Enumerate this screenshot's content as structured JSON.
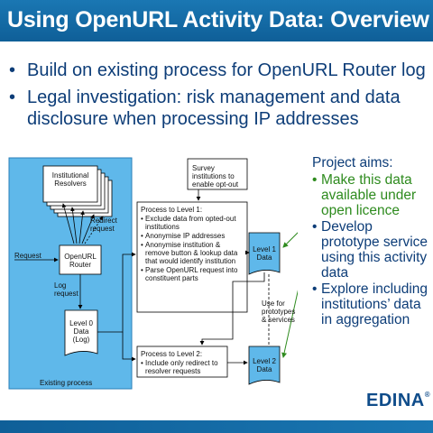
{
  "slide": {
    "title": "Using OpenURL Activity Data: Overview",
    "bullets": [
      "Build on existing process for OpenURL Router log",
      "Legal investigation: risk management and data disclosure when processing IP addresses"
    ]
  },
  "diagram": {
    "institutional_resolvers": "Institutional Resolvers",
    "survey": "Survey institutions to enable opt-out",
    "redirect_request": "Redirect request",
    "request": "Request",
    "openurl_router": "OpenURL Router",
    "log_request": "Log request",
    "level0": "Level 0 Data (Log)",
    "existing_process": "Existing process",
    "level1_title": "Process to Level 1:",
    "level1_items": [
      "Exclude data from opted-out institutions",
      "Anonymise IP addresses",
      "Anonymise institution & remove button & lookup data that would identify institution",
      "Parse OpenURL request into constituent parts"
    ],
    "level1_data": "Level 1 Data",
    "use_for": "Use for prototypes & services",
    "level2_title": "Process to Level 2:",
    "level2_items": [
      "Include only redirect to resolver requests"
    ],
    "level2_data": "Level 2 Data"
  },
  "aims": {
    "title": "Project aims:",
    "items": [
      "Make this data available under open licence",
      "Develop prototype service using this activity data",
      "Explore including institutions’ data in aggregation"
    ]
  },
  "logo": {
    "text": "EDINA",
    "reg": "®"
  },
  "colors": {
    "title_bar": "#1a77b3",
    "bullet_text": "#0d3d78",
    "diagram_bg": "#5fb8ea",
    "green": "#2e8b1e"
  }
}
